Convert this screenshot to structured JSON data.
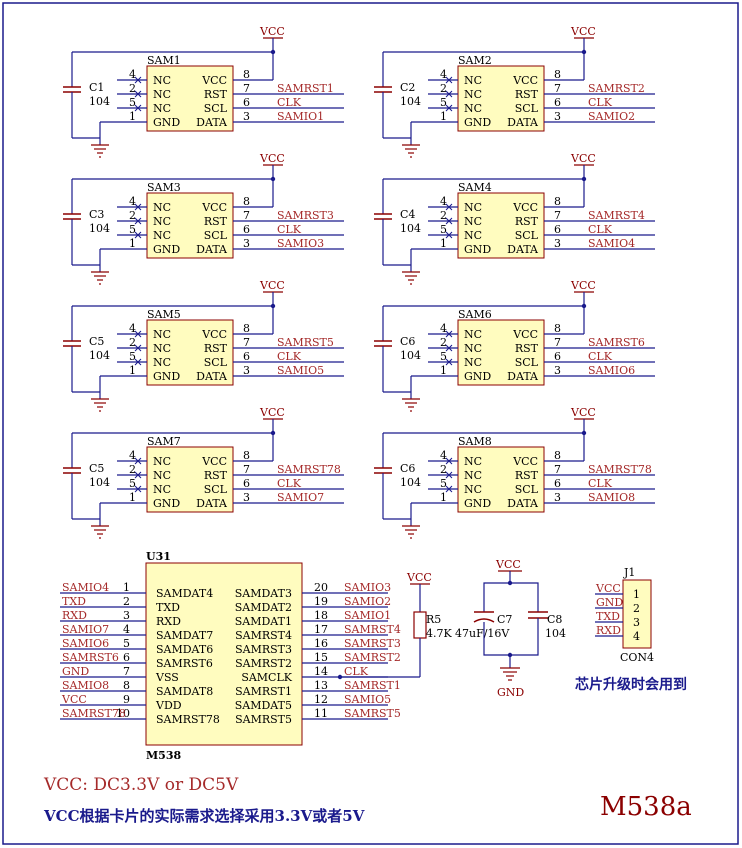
{
  "colors": {
    "wire": "#1a1a8c",
    "part": "#8b0000",
    "label": "#a52a2a",
    "chipFill": "#fffcbf",
    "border": "#1a1a8c"
  },
  "vcc_label": "VCC",
  "gnd_label": "GND",
  "sam_blocks": [
    {
      "name": "SAM1",
      "cap": "C1",
      "capval": "104",
      "rst": "SAMRST1",
      "clk": "CLK",
      "io": "SAMIO1"
    },
    {
      "name": "SAM2",
      "cap": "C2",
      "capval": "104",
      "rst": "SAMRST2",
      "clk": "CLK",
      "io": "SAMIO2"
    },
    {
      "name": "SAM3",
      "cap": "C3",
      "capval": "104",
      "rst": "SAMRST3",
      "clk": "CLK",
      "io": "SAMIO3"
    },
    {
      "name": "SAM4",
      "cap": "C4",
      "capval": "104",
      "rst": "SAMRST4",
      "clk": "CLK",
      "io": "SAMIO4"
    },
    {
      "name": "SAM5",
      "cap": "C5",
      "capval": "104",
      "rst": "SAMRST5",
      "clk": "CLK",
      "io": "SAMIO5"
    },
    {
      "name": "SAM6",
      "cap": "C6",
      "capval": "104",
      "rst": "SAMRST6",
      "clk": "CLK",
      "io": "SAMIO6"
    },
    {
      "name": "SAM7",
      "cap": "C5",
      "capval": "104",
      "rst": "SAMRST78",
      "clk": "CLK",
      "io": "SAMIO7"
    },
    {
      "name": "SAM8",
      "cap": "C6",
      "capval": "104",
      "rst": "SAMRST78",
      "clk": "CLK",
      "io": "SAMIO8"
    }
  ],
  "sam_pins_left": [
    {
      "num": "4",
      "name": "NC"
    },
    {
      "num": "2",
      "name": "NC"
    },
    {
      "num": "5",
      "name": "NC"
    },
    {
      "num": "1",
      "name": "GND"
    }
  ],
  "sam_pins_right": [
    {
      "num": "8",
      "name": "VCC"
    },
    {
      "num": "7",
      "name": "RST"
    },
    {
      "num": "6",
      "name": "SCL"
    },
    {
      "num": "3",
      "name": "DATA"
    }
  ],
  "u31": {
    "ref": "U31",
    "part": "M538",
    "left_pins": [
      {
        "num": "1",
        "name": "SAMDAT4",
        "net": "SAMIO4"
      },
      {
        "num": "2",
        "name": "TXD",
        "net": "TXD"
      },
      {
        "num": "3",
        "name": "RXD",
        "net": "RXD"
      },
      {
        "num": "4",
        "name": "SAMDAT7",
        "net": "SAMIO7"
      },
      {
        "num": "5",
        "name": "SAMDAT6",
        "net": "SAMIO6"
      },
      {
        "num": "6",
        "name": "SAMRST6",
        "net": "SAMRST6"
      },
      {
        "num": "7",
        "name": "VSS",
        "net": "GND"
      },
      {
        "num": "8",
        "name": "SAMDAT8",
        "net": "SAMIO8"
      },
      {
        "num": "9",
        "name": "VDD",
        "net": "VCC"
      },
      {
        "num": "10",
        "name": "SAMRST78",
        "net": "SAMRST78"
      }
    ],
    "right_pins": [
      {
        "num": "20",
        "name": "SAMDAT3",
        "net": "SAMIO3"
      },
      {
        "num": "19",
        "name": "SAMDAT2",
        "net": "SAMIO2"
      },
      {
        "num": "18",
        "name": "SAMDAT1",
        "net": "SAMIO1"
      },
      {
        "num": "17",
        "name": "SAMRST4",
        "net": "SAMRST4"
      },
      {
        "num": "16",
        "name": "SAMRST3",
        "net": "SAMRST3"
      },
      {
        "num": "15",
        "name": "SAMRST2",
        "net": "SAMRST2"
      },
      {
        "num": "14",
        "name": "SAMCLK",
        "net": "CLK"
      },
      {
        "num": "13",
        "name": "SAMRST1",
        "net": "SAMRST1"
      },
      {
        "num": "12",
        "name": "SAMDAT5",
        "net": "SAMIO5"
      },
      {
        "num": "11",
        "name": "SAMRST5",
        "net": "SAMRST5"
      }
    ]
  },
  "r5": {
    "ref": "R5",
    "value": "4.7K"
  },
  "c7": {
    "ref": "C7",
    "value": "47uF/16V"
  },
  "c8": {
    "ref": "C8",
    "value": "104"
  },
  "j1": {
    "ref": "J1",
    "part": "CON4",
    "pins": [
      "1",
      "2",
      "3",
      "4"
    ],
    "nets": [
      "VCC",
      "GND",
      "TXD",
      "RXD"
    ],
    "note": "芯片升级时会用到"
  },
  "notes": {
    "vcc": "VCC: DC3.3V or DC5V",
    "select": "VCC根据卡片的实际需求选择采用3.3V或者5V"
  },
  "title": "M538a"
}
